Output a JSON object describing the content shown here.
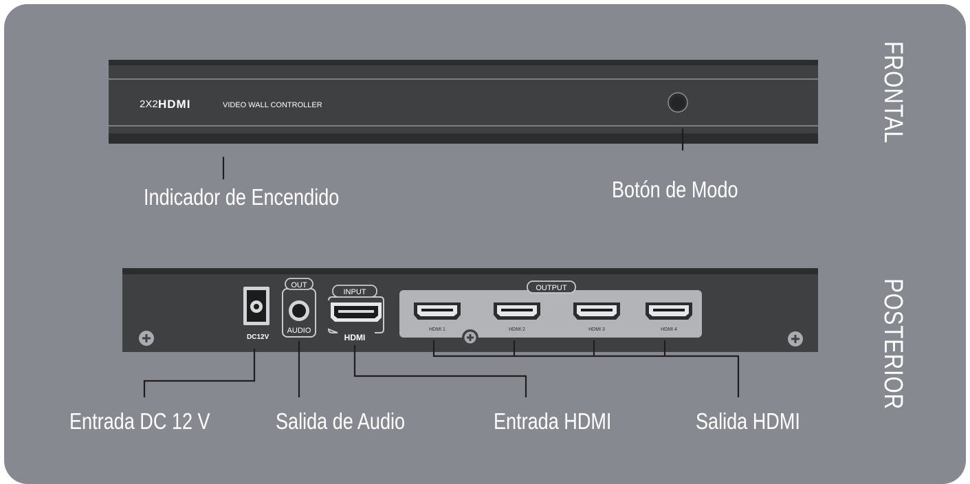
{
  "sections": {
    "front": "FRONTAL",
    "rear": "POSTERIOR"
  },
  "front_panel": {
    "model_prefix": "2X2",
    "brand": "HDMI",
    "model_suffix": "VIDEO WALL CONTROLLER"
  },
  "rear_panel": {
    "dc_label": "DC12V",
    "audio_badge": "OUT",
    "audio_label": "AUDIO",
    "input_badge": "INPUT",
    "input_label": "HDMI",
    "output_badge": "OUTPUT",
    "output_ports": [
      "HDMI 1",
      "HDMI 2",
      "HDMI 3",
      "HDMI 4"
    ]
  },
  "callouts": {
    "power_indicator": "Indicador de Encendido",
    "mode_button": "Botón de Modo",
    "dc_input": "Entrada DC 12 V",
    "audio_output": "Salida de Audio",
    "hdmi_input": "Entrada HDMI",
    "hdmi_output": "Salida HDMI"
  },
  "colors": {
    "background": "#878991",
    "device": "#3f4042",
    "device_dark": "#2c2d2f",
    "text": "#ffffff",
    "lines": "#1e1e1f",
    "output_plate": "#b2b4b8"
  }
}
